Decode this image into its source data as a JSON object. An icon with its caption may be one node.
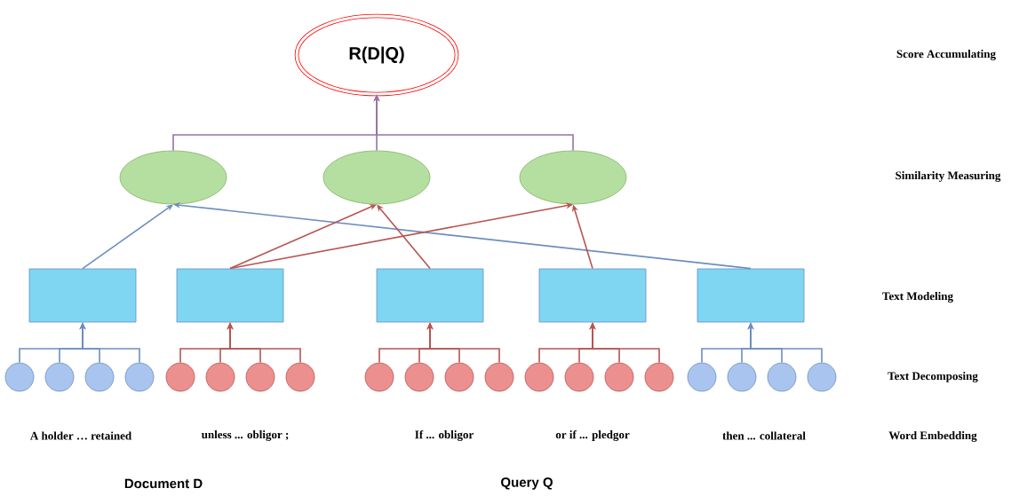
{
  "diagram": {
    "nodes": [
      {
        "text": [
          "R(D|Q)"
        ]
      },
      {
        "text": [],
        "shape": "ellipse"
      },
      {
        "text": [],
        "shape": "ellipse"
      },
      {
        "text": [],
        "shape": "ellipse"
      },
      {
        "text": [],
        "shape": "box"
      },
      {
        "text": [],
        "shape": "box"
      },
      {
        "text": [],
        "shape": "box"
      },
      {
        "text": [],
        "shape": "box"
      },
      {
        "text": [],
        "shape": "box"
      },
      {
        "text": [],
        "shape": "circle"
      },
      {
        "text": [],
        "shape": "circle"
      },
      {
        "text": [],
        "shape": "circle"
      },
      {
        "text": [],
        "shape": "circle"
      },
      {
        "text": [],
        "shape": "circle"
      },
      {
        "text": [],
        "shape": "circle"
      },
      {
        "text": [],
        "shape": "circle"
      },
      {
        "text": [],
        "shape": "circle"
      },
      {
        "text": [],
        "shape": "circle"
      },
      {
        "text": [],
        "shape": "circle"
      },
      {
        "text": [],
        "shape": "circle"
      },
      {
        "text": [],
        "shape": "circle"
      },
      {
        "text": [],
        "shape": "circle"
      },
      {
        "text": [],
        "shape": "circle"
      },
      {
        "text": [],
        "shape": "circle"
      },
      {
        "text": [],
        "shape": "circle"
      },
      {
        "text": [],
        "shape": "circle"
      },
      {
        "text": [],
        "shape": "circle"
      },
      {
        "text": [],
        "shape": "circle"
      },
      {
        "text": [],
        "shape": "circle"
      }
    ],
    "edges": [
      {
        "from": 1,
        "to": 0,
        "arrow": "to",
        "color": "#9673a6"
      },
      {
        "from": 2,
        "to": 0,
        "arrow": "to",
        "color": "#9673a6"
      },
      {
        "from": 3,
        "to": 0,
        "arrow": "to",
        "color": "#9673a6"
      },
      {
        "from": 4,
        "to": 1,
        "arrow": "to",
        "color": "#6c8ebf"
      },
      {
        "from": 8,
        "to": 1,
        "arrow": "to",
        "color": "#6c8ebf"
      },
      {
        "from": 5,
        "to": 2,
        "arrow": "to"
      },
      {
        "from": 5,
        "to": 3,
        "arrow": "to"
      },
      {
        "from": 6,
        "to": 2,
        "arrow": "to"
      },
      {
        "from": 7,
        "to": 3,
        "arrow": "to"
      },
      {
        "from": 9,
        "to": 4,
        "arrow": "to",
        "color": "#6c8ebf"
      },
      {
        "from": 10,
        "to": 4,
        "arrow": "to",
        "color": "#6c8ebf"
      },
      {
        "from": 11,
        "to": 4,
        "arrow": "to",
        "color": "#6c8ebf"
      },
      {
        "from": 12,
        "to": 4,
        "arrow": "to",
        "color": "#6c8ebf"
      },
      {
        "from": 13,
        "to": 5,
        "arrow": "to"
      },
      {
        "from": 14,
        "to": 5,
        "arrow": "to"
      },
      {
        "from": 15,
        "to": 5,
        "arrow": "to"
      },
      {
        "from": 16,
        "to": 5,
        "arrow": "to"
      },
      {
        "from": 17,
        "to": 6,
        "arrow": "to"
      },
      {
        "from": 18,
        "to": 6,
        "arrow": "to"
      },
      {
        "from": 19,
        "to": 6,
        "arrow": "to"
      },
      {
        "from": 20,
        "to": 6,
        "arrow": "to"
      },
      {
        "from": 21,
        "to": 7,
        "arrow": "to"
      },
      {
        "from": 22,
        "to": 7,
        "arrow": "to"
      },
      {
        "from": 23,
        "to": 7,
        "arrow": "to"
      },
      {
        "from": 24,
        "to": 7,
        "arrow": "to"
      },
      {
        "from": 25,
        "to": 8,
        "arrow": "to",
        "color": "#6c8ebf"
      },
      {
        "from": 26,
        "to": 8,
        "arrow": "to",
        "color": "#6c8ebf"
      },
      {
        "from": 27,
        "to": 8,
        "arrow": "to",
        "color": "#6c8ebf"
      },
      {
        "from": 28,
        "to": 8,
        "arrow": "to",
        "color": "#6c8ebf"
      }
    ],
    "labels": [
      "Score Accumulating",
      "Similarity Measuring",
      "Text Modeling",
      "Text Decomposing",
      "A holder … retained",
      "unless ... obligor ;",
      "If ... obligor",
      "or if ... pledgor",
      "then ... collateral",
      "Word Embedding",
      "Document D",
      "Query Q"
    ]
  }
}
